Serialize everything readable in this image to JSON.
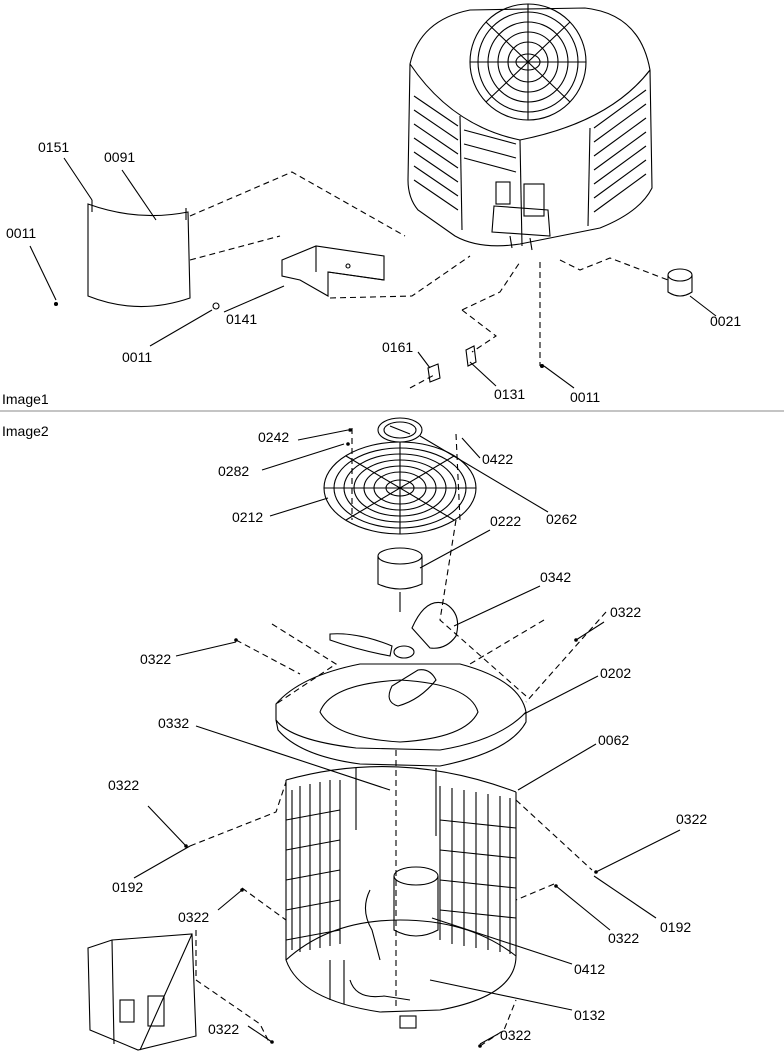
{
  "sections": [
    {
      "key": "image1",
      "title": "Image1"
    },
    {
      "key": "image2",
      "title": "Image2"
    }
  ],
  "image1_callouts": [
    "0151",
    "0091",
    "0011",
    "0141",
    "0011",
    "0161",
    "0131",
    "0011",
    "0021"
  ],
  "image2_callouts": [
    "0242",
    "0422",
    "0282",
    "0212",
    "0262",
    "0222",
    "0342",
    "0322",
    "0322",
    "0202",
    "0332",
    "0062",
    "0322",
    "0322",
    "0192",
    "0192",
    "0322",
    "0322",
    "0412",
    "0132",
    "0322",
    "0322"
  ],
  "line_color": "#000000",
  "background": "#ffffff"
}
